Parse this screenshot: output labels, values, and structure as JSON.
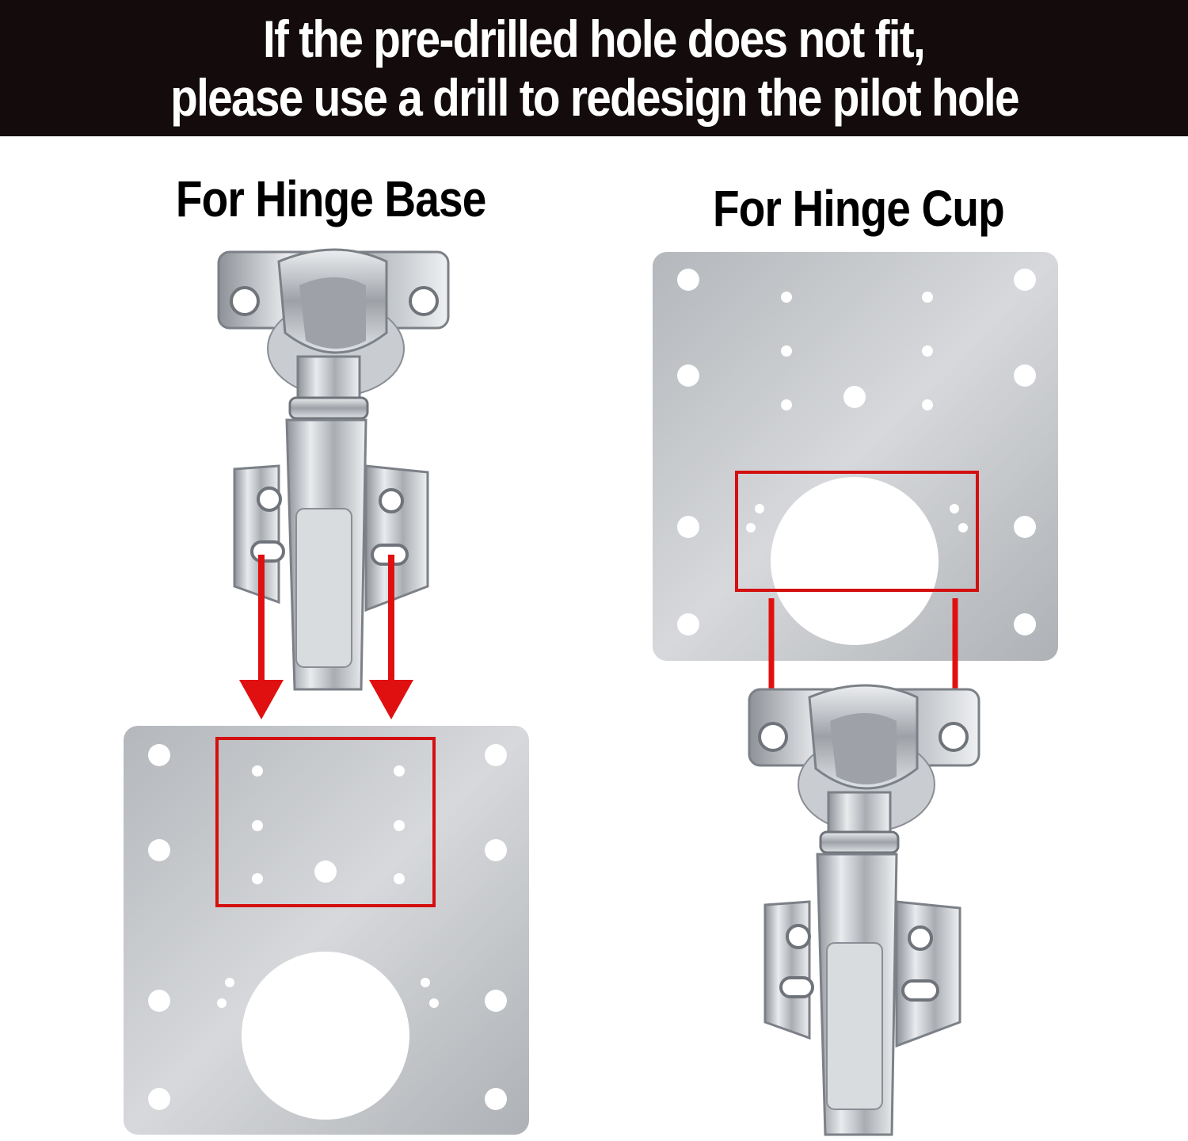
{
  "banner": {
    "line1": "If the pre-drilled hole does not fit,",
    "line2": "please use a drill to redesign the pilot hole"
  },
  "left_panel": {
    "heading": "For Hinge Base"
  },
  "right_panel": {
    "heading": "For Hinge Cup"
  },
  "colors": {
    "banner_bg": "#140c0c",
    "highlight": "#d40f0f",
    "arrow": "#e01010",
    "plate": "#c4c6c9",
    "hinge_metal": "#b9bcc1"
  },
  "icons": [
    "hinge-icon",
    "mounting-plate-icon",
    "arrow-down-icon",
    "highlight-box"
  ]
}
